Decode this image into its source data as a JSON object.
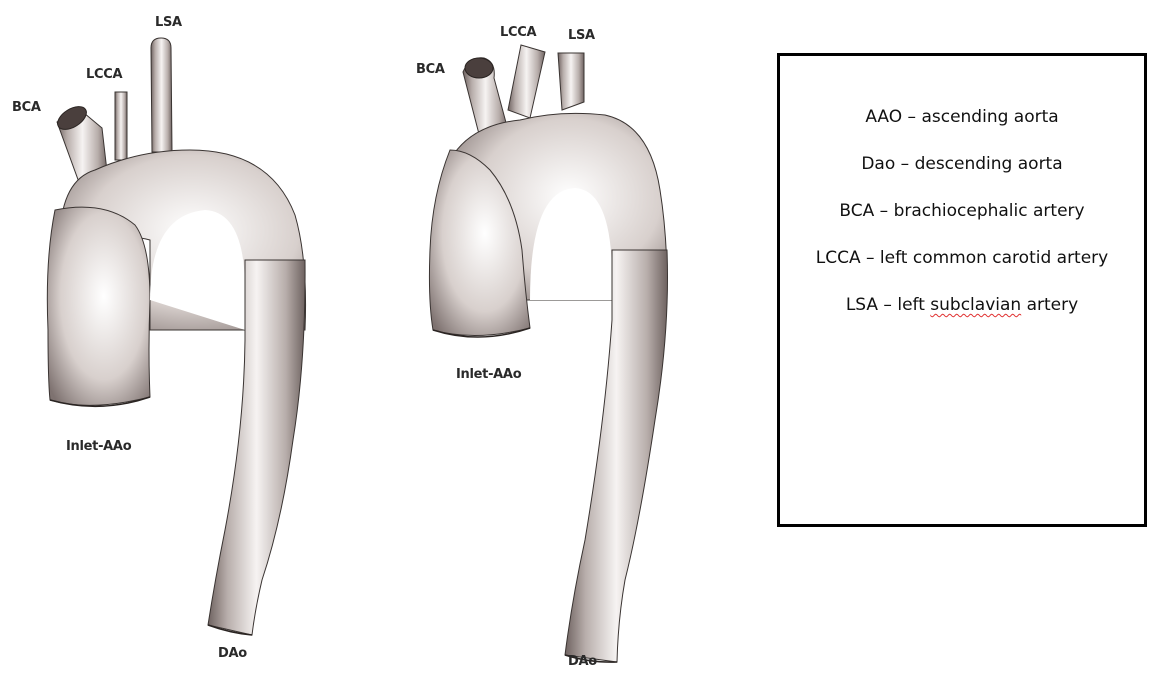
{
  "left_model": {
    "labels": {
      "lsa": "LSA",
      "lcca": "LCCA",
      "bca": "BCA",
      "inlet": "Inlet-AAo",
      "dao": "DAo"
    }
  },
  "right_model": {
    "labels": {
      "lcca": "LCCA",
      "lsa": "LSA",
      "bca": "BCA",
      "inlet": "Inlet-AAo",
      "dao": "DAo"
    }
  },
  "legend": {
    "items": [
      {
        "abbr": "AAO",
        "sep": " – ",
        "text": "ascending aorta"
      },
      {
        "abbr": "Dao",
        "sep": " – ",
        "text": "descending aorta"
      },
      {
        "abbr": "BCA",
        "sep": " – ",
        "text": "brachiocephalic artery"
      },
      {
        "abbr": "LCCA",
        "sep": " – ",
        "text": "left common carotid artery"
      },
      {
        "abbr": "LSA",
        "sep": " – ",
        "text_pre": "left ",
        "text_flag": "subclavian",
        "text_post": " artery"
      }
    ],
    "spellcheck_color": "#e03030"
  },
  "colors": {
    "vessel_light": "#ffffff",
    "vessel_mid": "#d9d2cf",
    "vessel_dark": "#6e6260",
    "outline": "#3a3432",
    "border": "#000000"
  }
}
